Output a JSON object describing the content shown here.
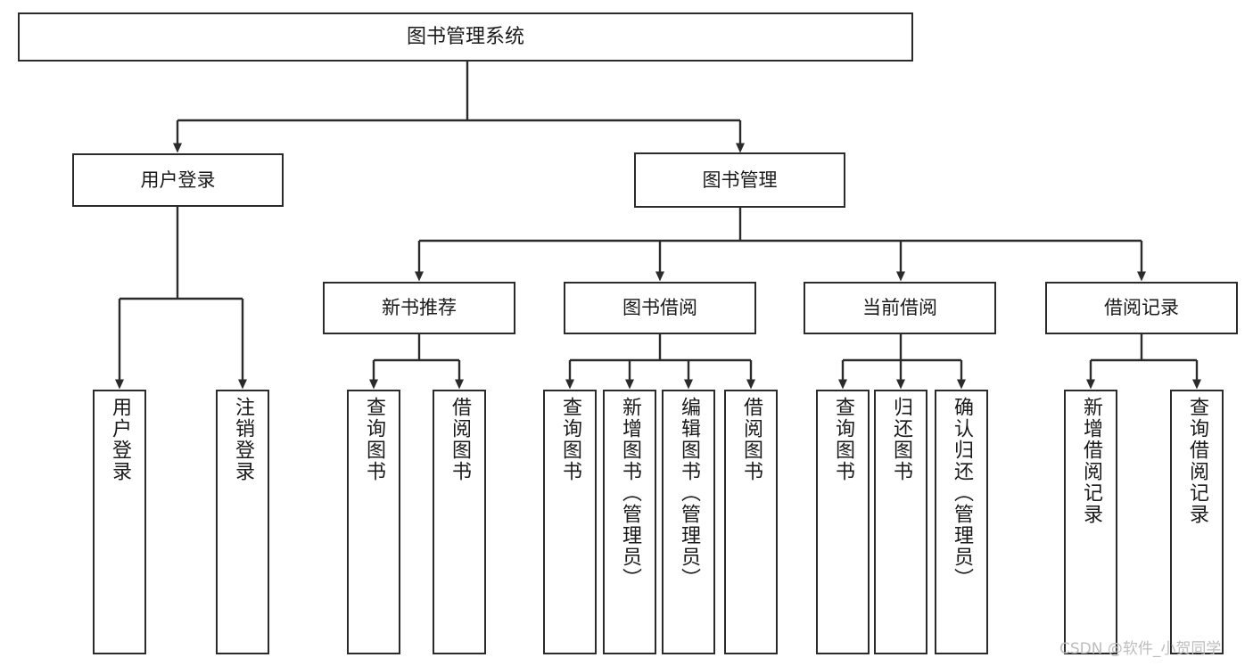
{
  "diagram": {
    "type": "hierarchy-tree",
    "title": "图书管理系统",
    "watermark": "CSDN @软件_小贺同学",
    "colors": {
      "box_border": "#2b2b2b",
      "box_fill": "#ffffff",
      "text": "#1a1a1a",
      "connector": "#2b2b2b",
      "watermark": "#bdbdbd"
    },
    "root": {
      "label": "图书管理系统"
    },
    "level2": [
      {
        "label": "用户登录"
      },
      {
        "label": "图书管理"
      }
    ],
    "level3": [
      {
        "label": "新书推荐"
      },
      {
        "label": "图书借阅"
      },
      {
        "label": "当前借阅"
      },
      {
        "label": "借阅记录"
      }
    ],
    "leaves": {
      "user_login": [
        {
          "label": "用户登录"
        },
        {
          "label": "注销登录"
        }
      ],
      "new_book_recommend": [
        {
          "label": "查询图书"
        },
        {
          "label": "借阅图书"
        }
      ],
      "book_borrow": [
        {
          "label": "查询图书"
        },
        {
          "label": "新增图书（管理员）"
        },
        {
          "label": "编辑图书（管理员）"
        },
        {
          "label": "借阅图书"
        }
      ],
      "current_borrow": [
        {
          "label": "查询图书"
        },
        {
          "label": "归还图书"
        },
        {
          "label": "确认归还（管理员）"
        }
      ],
      "borrow_record": [
        {
          "label": "新增借阅记录"
        },
        {
          "label": "查询借阅记录"
        }
      ]
    }
  }
}
